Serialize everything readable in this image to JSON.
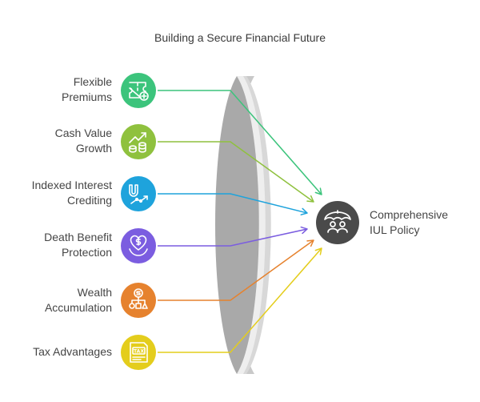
{
  "title": "Building a Secure Financial Future",
  "inputs": [
    {
      "lines": [
        "Flexible",
        "Premiums"
      ],
      "icon": "ticket-plus-icon",
      "color": "#3cc47c"
    },
    {
      "lines": [
        "Cash Value",
        "Growth"
      ],
      "icon": "growth-chart-coins-icon",
      "color": "#8fc13e"
    },
    {
      "lines": [
        "Indexed Interest",
        "Crediting"
      ],
      "icon": "magnet-trend-icon",
      "color": "#1ea3dc"
    },
    {
      "lines": [
        "Death Benefit",
        "Protection"
      ],
      "icon": "heart-dollar-hand-icon",
      "color": "#7b5de0"
    },
    {
      "lines": [
        "Wealth",
        "Accumulation"
      ],
      "icon": "money-hierarchy-icon",
      "color": "#e6822e"
    },
    {
      "lines": [
        "Tax Advantages"
      ],
      "icon": "tax-document-icon",
      "color": "#e4cd1c"
    }
  ],
  "output": {
    "lines": [
      "Comprehensive",
      "IUL Policy"
    ],
    "icon": "umbrella-family-icon",
    "color": "#4a4a4a"
  }
}
